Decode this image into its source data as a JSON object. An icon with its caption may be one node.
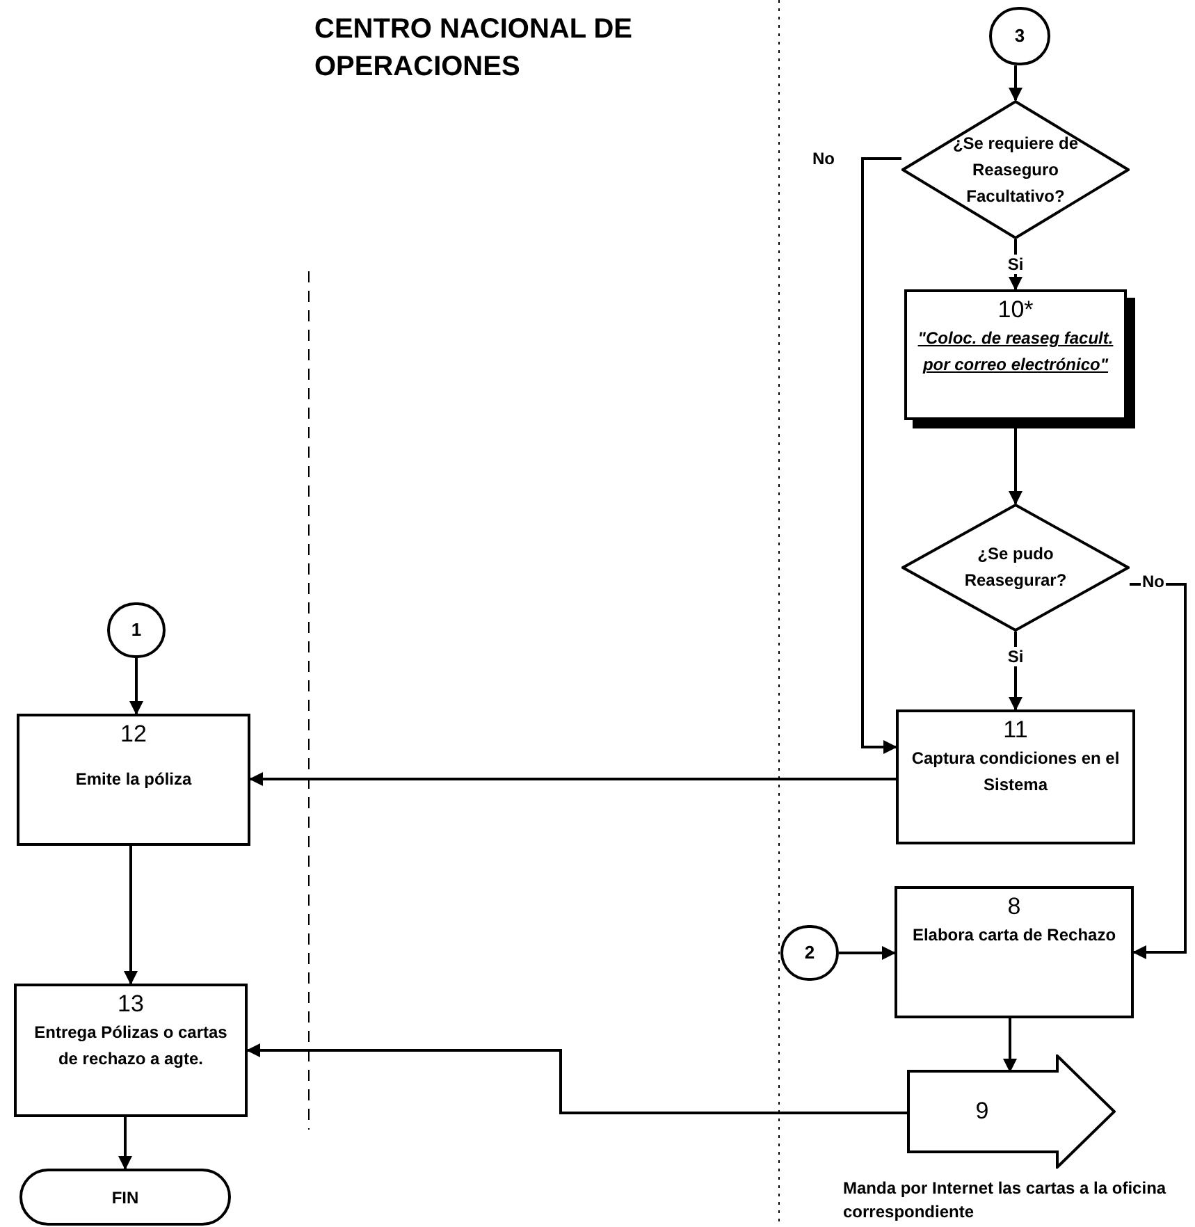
{
  "diagram": {
    "title": "CENTRO NACIONAL DE OPERACIONES",
    "nodes": [
      {
        "text": [
          "3"
        ]
      },
      {
        "text": [
          "¿Se requiere de Reaseguro Facultativo?"
        ]
      },
      {
        "text": [
          "10*",
          "\"Coloc. de reaseg facult. por correo electrónico\""
        ]
      },
      {
        "text": [
          "¿Se pudo Reasegurar?"
        ]
      },
      {
        "text": [
          "1"
        ]
      },
      {
        "text": [
          "12",
          "Emite la póliza"
        ]
      },
      {
        "text": [
          "11",
          "Captura condiciones en el Sistema"
        ]
      },
      {
        "text": [
          "2"
        ]
      },
      {
        "text": [
          "8",
          "Elabora carta de Rechazo"
        ]
      },
      {
        "text": [
          "13",
          "Entrega Pólizas o cartas de rechazo a agte."
        ]
      },
      {
        "text": [
          "9"
        ],
        "beside": [
          "Manda por Internet las cartas a la oficina correspondiente"
        ]
      },
      {
        "text": [
          "FIN"
        ]
      }
    ],
    "edges": [
      {
        "from": 0,
        "to": 1,
        "arrow": "to"
      },
      {
        "from": 1,
        "to": 2,
        "arrow": "to",
        "label": "Si"
      },
      {
        "from": 2,
        "to": 3,
        "arrow": "to"
      },
      {
        "from": 3,
        "to": 6,
        "arrow": "to",
        "label": "Si"
      },
      {
        "from": 1,
        "to": 6,
        "arrow": "to",
        "label": "No"
      },
      {
        "from": 3,
        "to": 8,
        "arrow": "to",
        "label": "No"
      },
      {
        "from": 6,
        "to": 5,
        "arrow": "to"
      },
      {
        "from": 7,
        "to": 8,
        "arrow": "to"
      },
      {
        "from": 8,
        "to": 10,
        "arrow": "to"
      },
      {
        "from": 10,
        "to": 9,
        "arrow": "to"
      },
      {
        "from": 4,
        "to": 5,
        "arrow": "to"
      },
      {
        "from": 5,
        "to": 9,
        "arrow": "to"
      },
      {
        "from": 9,
        "to": 11,
        "arrow": "to"
      }
    ]
  }
}
